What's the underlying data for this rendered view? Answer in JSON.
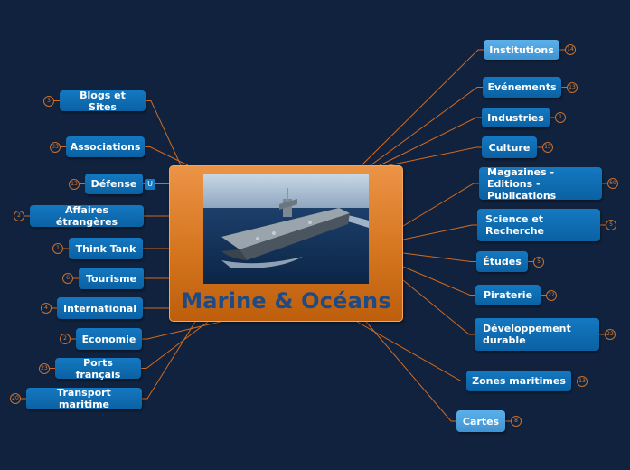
{
  "center": {
    "title": "Marine & Océans",
    "image": "warship-at-sea"
  },
  "right_branches": [
    {
      "id": "institutions",
      "label": "Institutions",
      "badge": "14",
      "style": "light"
    },
    {
      "id": "evenements",
      "label": "Evénements",
      "badge": "13",
      "style": "dark"
    },
    {
      "id": "industries",
      "label": "Industries",
      "badge": "1",
      "style": "dark"
    },
    {
      "id": "culture",
      "label": "Culture",
      "badge": "15",
      "style": "dark"
    },
    {
      "id": "magazines",
      "label": "Magazines - Editions - Publications",
      "badge": "60",
      "style": "dark"
    },
    {
      "id": "science",
      "label": "Science et Recherche",
      "badge": "5",
      "style": "dark"
    },
    {
      "id": "etudes",
      "label": "Études",
      "badge": "5",
      "style": "dark"
    },
    {
      "id": "piraterie",
      "label": "Piraterie",
      "badge": "22",
      "style": "dark"
    },
    {
      "id": "developpement",
      "label": "Développement durable",
      "badge": "22",
      "style": "dark"
    },
    {
      "id": "zones",
      "label": "Zones maritimes",
      "badge": "13",
      "style": "dark"
    },
    {
      "id": "cartes",
      "label": "Cartes",
      "badge": "8",
      "style": "light"
    }
  ],
  "left_branches": [
    {
      "id": "blogs",
      "label": "Blogs et Sites",
      "badge": "3",
      "style": "dark"
    },
    {
      "id": "associations",
      "label": "Associations",
      "badge": "33",
      "style": "dark"
    },
    {
      "id": "defense",
      "label": "Défense",
      "badge": "13",
      "style": "dark"
    },
    {
      "id": "affaires",
      "label": "Affaires étrangères",
      "badge": "2",
      "style": "dark"
    },
    {
      "id": "thinktank",
      "label": "Think Tank",
      "badge": "1",
      "style": "dark"
    },
    {
      "id": "tourisme",
      "label": "Tourisme",
      "badge": "6",
      "style": "dark"
    },
    {
      "id": "international",
      "label": "International",
      "badge": "4",
      "style": "dark"
    },
    {
      "id": "economie",
      "label": "Economie",
      "badge": "2",
      "style": "dark"
    },
    {
      "id": "ports",
      "label": "Ports français",
      "badge": "23",
      "style": "dark"
    },
    {
      "id": "transport",
      "label": "Transport maritime",
      "badge": "20",
      "style": "dark"
    }
  ],
  "defense_icon_glyph": "U",
  "colors": {
    "background": "#10223d",
    "connector": "#d46a1e",
    "node_dark": "#0d6db3",
    "node_light": "#4aa0de",
    "center_fill": "#d5751f",
    "center_title": "#1e4a86"
  }
}
